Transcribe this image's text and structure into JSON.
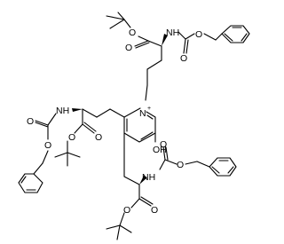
{
  "atoms": {
    "top_chain": {
      "o_upper": "O",
      "o_ester": "O",
      "nh": "NH",
      "o_carb_right": "O",
      "o_carb_down": "O"
    },
    "pyridinium": {
      "n_plus": "N",
      "charge": "+",
      "oh": "OH"
    },
    "left_chain": {
      "nh": "NH",
      "o_carb_down": "O",
      "o_carb_left": "O",
      "o_ester_left": "O",
      "o_ester_right": "O"
    },
    "right_chain": {
      "nh": "NH",
      "o_carb_up": "O",
      "o_carb_right": "O",
      "o_ester_left": "O",
      "o_ester_right": "O"
    }
  }
}
